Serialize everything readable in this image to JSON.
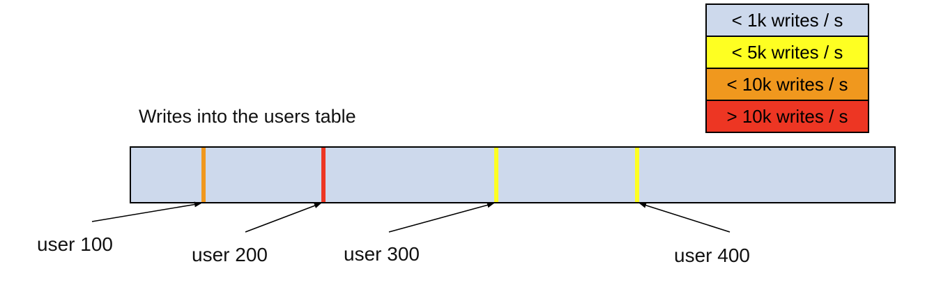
{
  "title": "Writes into the users table",
  "legend": {
    "items": [
      {
        "label": "< 1k writes / s",
        "color": "#cdd9ec"
      },
      {
        "label": "< 5k writes / s",
        "color": "#feff22"
      },
      {
        "label": "< 10k writes / s",
        "color": "#f0981e"
      },
      {
        "label": "> 10k writes / s",
        "color": "#ed3623"
      }
    ]
  },
  "bar": {
    "fill": "#cdd9ec",
    "border": "#000000"
  },
  "markers": [
    {
      "label": "user 100",
      "color": "#f0981e"
    },
    {
      "label": "user 200",
      "color": "#ed3623"
    },
    {
      "label": "user 300",
      "color": "#feff22"
    },
    {
      "label": "user 400",
      "color": "#feff22"
    }
  ]
}
